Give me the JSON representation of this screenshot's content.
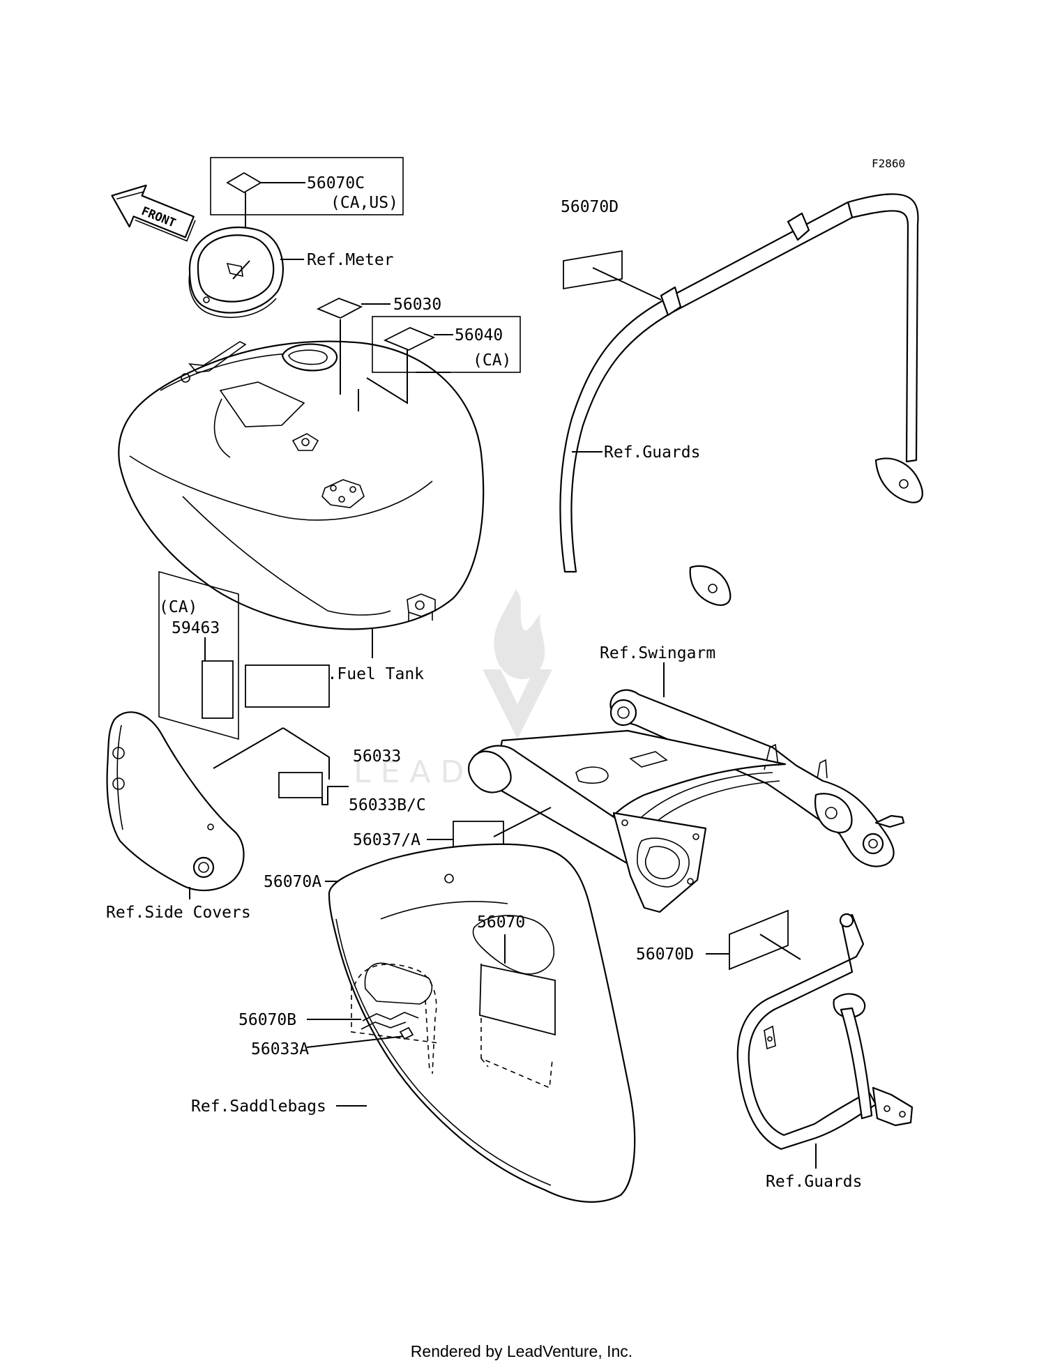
{
  "diagram": {
    "code": "F2860",
    "front_arrow": "FRONT",
    "callouts": {
      "c56070C": "56070C",
      "c56070C_note": "(CA,US)",
      "ref_meter": "Ref.Meter",
      "c56030": "56030",
      "c56040": "56040",
      "c56040_note": "(CA)",
      "c56070D_top": "56070D",
      "ref_guards_top": "Ref.Guards",
      "ref_fuel_tank": "Ref.Fuel Tank",
      "ref_swingarm": "Ref.Swingarm",
      "ca_note": "(CA)",
      "c59463": "59463",
      "c56033": "56033",
      "c56033BC": "56033B/C",
      "c56037A": "56037/A",
      "c56070A": "56070A",
      "ref_side_covers": "Ref.Side Covers",
      "c56070": "56070",
      "c56070D_bottom": "56070D",
      "c56070B": "56070B",
      "c56033A": "56033A",
      "ref_saddlebags": "Ref.Saddlebags",
      "ref_guards_bottom": "Ref.Guards"
    },
    "footer": "Rendered by LeadVenture, Inc.",
    "watermark": "LEADVENTURE"
  }
}
